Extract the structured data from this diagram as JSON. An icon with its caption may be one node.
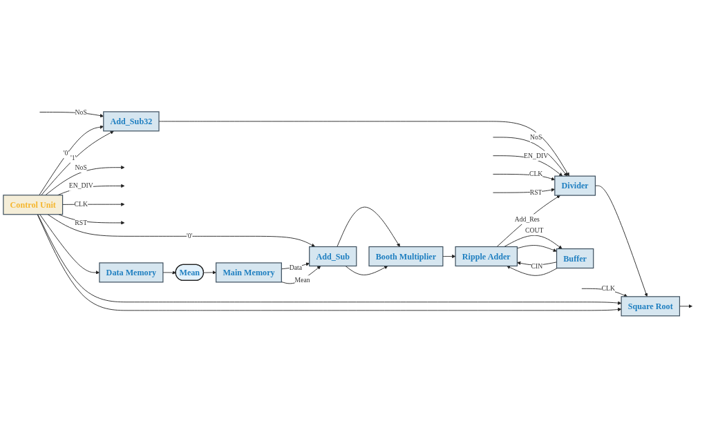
{
  "diagram": {
    "nodes": [
      {
        "text": [
          "Control Unit"
        ]
      },
      {
        "text": [
          "Add_Sub32"
        ]
      },
      {
        "text": [
          "Add_Sub"
        ]
      },
      {
        "text": [
          "Booth Multiplier"
        ]
      },
      {
        "text": [
          "Data Memory"
        ]
      },
      {
        "text": [
          "Ripple Adder"
        ]
      },
      {
        "text": [
          "Divider"
        ]
      },
      {
        "text": [
          "Mean"
        ]
      },
      {
        "text": [
          "Buffer"
        ]
      },
      {
        "text": [
          "Main Memory"
        ]
      },
      {
        "text": [
          "Square Root"
        ]
      }
    ],
    "edges": [
      {
        "from": 0,
        "to": 1,
        "arrow": "to",
        "label": "'0'"
      },
      {
        "from": 0,
        "to": 1,
        "arrow": "to",
        "label": "'1'"
      },
      {
        "from": null,
        "to": 1,
        "arrow": "to",
        "label": "NoS"
      },
      {
        "from": 0,
        "to": null,
        "arrow": "to",
        "label": "NoS"
      },
      {
        "from": 0,
        "to": null,
        "arrow": "to",
        "label": "EN_DIV"
      },
      {
        "from": 0,
        "to": null,
        "arrow": "to",
        "label": "CLK"
      },
      {
        "from": 0,
        "to": null,
        "arrow": "to",
        "label": "RST"
      },
      {
        "from": 0,
        "to": 2,
        "arrow": "to",
        "label": "'0'"
      },
      {
        "from": 0,
        "to": 4,
        "arrow": "to"
      },
      {
        "from": 9,
        "to": 2,
        "arrow": "to",
        "label": "Data"
      },
      {
        "from": 9,
        "to": 2,
        "arrow": "to",
        "label": "Mean"
      },
      {
        "from": 2,
        "to": 3,
        "arrow": "to"
      },
      {
        "from": 2,
        "to": 3,
        "arrow": "to"
      },
      {
        "from": 3,
        "to": 5,
        "arrow": "to"
      },
      {
        "from": 1,
        "to": 6,
        "arrow": "to"
      },
      {
        "from": 4,
        "to": 7,
        "arrow": "to"
      },
      {
        "from": 5,
        "to": 6,
        "arrow": "to",
        "label": "Add_Res"
      },
      {
        "from": 5,
        "to": 8,
        "arrow": "to",
        "label": "COUT"
      },
      {
        "from": 5,
        "to": 8,
        "arrow": "to"
      },
      {
        "from": 8,
        "to": 5,
        "arrow": "to",
        "label": "CIN"
      },
      {
        "from": 8,
        "to": 5,
        "arrow": "to"
      },
      {
        "from": null,
        "to": 6,
        "arrow": "to",
        "label": "NoS"
      },
      {
        "from": null,
        "to": 6,
        "arrow": "to",
        "label": "EN_DIV"
      },
      {
        "from": null,
        "to": 6,
        "arrow": "to",
        "label": "CLK"
      },
      {
        "from": null,
        "to": 6,
        "arrow": "to",
        "label": "RST"
      },
      {
        "from": 7,
        "to": 9,
        "arrow": "to"
      },
      {
        "from": 6,
        "to": 10,
        "arrow": "to"
      },
      {
        "from": 0,
        "to": 10,
        "arrow": "to"
      },
      {
        "from": 0,
        "to": 10,
        "arrow": "to"
      },
      {
        "from": null,
        "to": 10,
        "arrow": "to",
        "label": "CLK"
      },
      {
        "from": 10,
        "to": null,
        "arrow": "to"
      }
    ]
  }
}
